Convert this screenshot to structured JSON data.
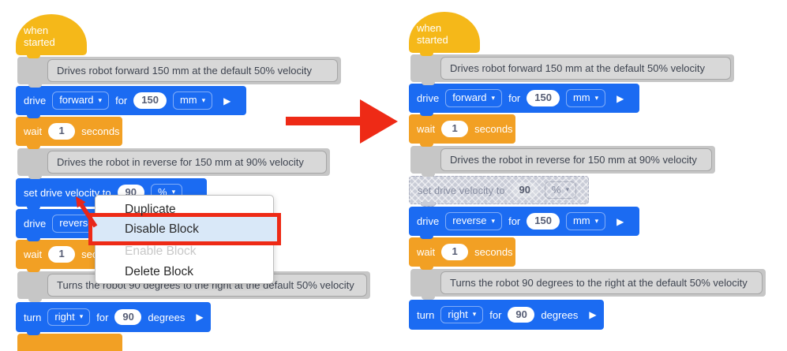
{
  "blocks": {
    "when_started": "when started",
    "drive": "drive",
    "forward": "forward",
    "reverse": "reverse",
    "for": "for",
    "distance": "150",
    "mm": "mm",
    "wait": "wait",
    "wait_seconds": "1",
    "seconds": "seconds",
    "set_velocity": "set drive velocity to",
    "velocity": "90",
    "percent": "%",
    "turn": "turn",
    "right": "right",
    "turn_degrees": "90",
    "degrees": "degrees"
  },
  "comments": {
    "forward": "Drives robot forward 150 mm at the default 50% velocity",
    "reverse": "Drives the robot in reverse for 150 mm at 90% velocity",
    "turn": "Turns the robot 90 degrees to the right at the default 50% velocity"
  },
  "context_menu": {
    "duplicate": "Duplicate",
    "disable": "Disable Block",
    "enable": "Enable Block",
    "delete": "Delete Block"
  },
  "icons": {
    "caret": "▾",
    "play": "▶"
  },
  "colors": {
    "block_blue": "#1B6BF2",
    "block_orange": "#F2A024",
    "hat_yellow": "#F5B819",
    "comment_gray": "#C6C6C6",
    "disabled_fill": "#C9CCD7",
    "highlight_red": "#EE2A16",
    "menu_highlight": "#D9E8F8",
    "arrow_red": "#EE2A16"
  }
}
